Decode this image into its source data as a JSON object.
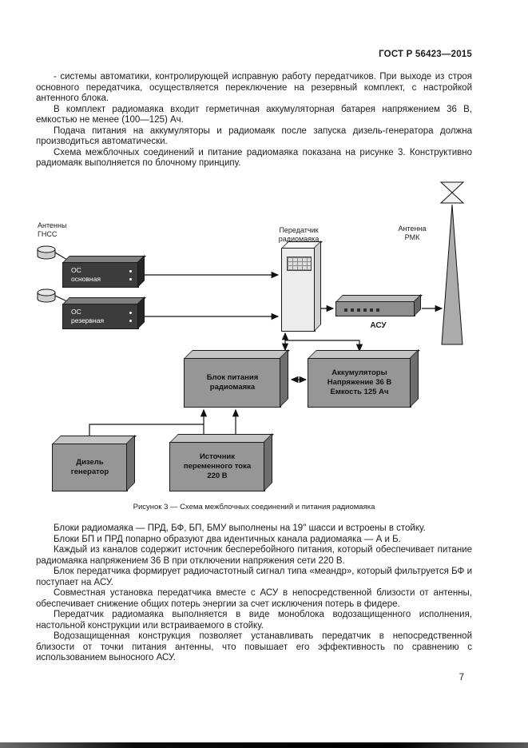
{
  "page": {
    "header": "ГОСТ Р 56423—2015",
    "page_number": "7"
  },
  "intro_paragraphs": [
    "-  системы автоматики, контролирующей исправную работу передатчиков. При выходе из строя основного передатчика, осуществляется переключение на резервный комплект, с настройкой антенного блока.",
    "В комплект радиомаяка входит герметичная аккумуляторная батарея напряжением 36 В, емкостью не менее (100—125) Ач.",
    "Подача питания на аккумуляторы и радиомаяк после запуска дизель-генератора должна производиться автоматически.",
    "Схема межблочных соединений и питание радиомаяка показана на рисунке 3. Конструктивно радиомаяк выполняется по блочному принципу."
  ],
  "diagram": {
    "labels": {
      "gnss_antennas": "Антенны\nГНСС",
      "os_main": "ОС\nосновная",
      "os_reserve": "ОС\nрезервная",
      "transmitter": "Передатчик\nрадиомаяка",
      "rmk_antenna": "Антенна\nРМК",
      "asu": "АСУ",
      "power_unit": "Блок питания\nрадиомаяка",
      "batteries": "Аккумуляторы\nНапряжение 36 В\nЕмкость 125 Ач",
      "diesel": "Дизель\nгенератор",
      "ac_source": "Источник\nпеременного тока\n220 В"
    },
    "caption": "Рисунок 3 — Схема межблочных соединений и питания радиомаяка"
  },
  "body_paragraphs": [
    "Блоки радиомаяка — ПРД, БФ, БП, БМУ выполнены на 19\" шасси и встроены в стойку.",
    "Блоки БП и ПРД попарно образуют два идентичных канала радиомаяка — А и Б.",
    "Каждый из каналов содержит источник бесперебойного питания, который обеспечивает питание радиомаяка напряжением 36 В при отключении напряжения сети 220 В.",
    "Блок передатчика формирует радиочастотный сигнал типа «меандр», который фильтруется БФ и поступает на АСУ.",
    "Совместная установка передатчика вместе с АСУ в непосредственной близости от антенны, обеспечивает снижение общих потерь энергии за счет исключения потерь в фидере.",
    "Передатчик радиомаяка выполняется в виде моноблока водозащищенного исполнения, настольной конструкции или встраиваемого в стойку.",
    "Водозащищенная конструкция позволяет устанавливать передатчик в непосредственной близости от точки питания антенны, что повышает его эффективность по сравнению с использованием выносного АСУ."
  ],
  "colors": {
    "box_dark": "#3c3c3c",
    "box_gray": "#969696",
    "box_light": "#ececec",
    "line": "#111111"
  }
}
